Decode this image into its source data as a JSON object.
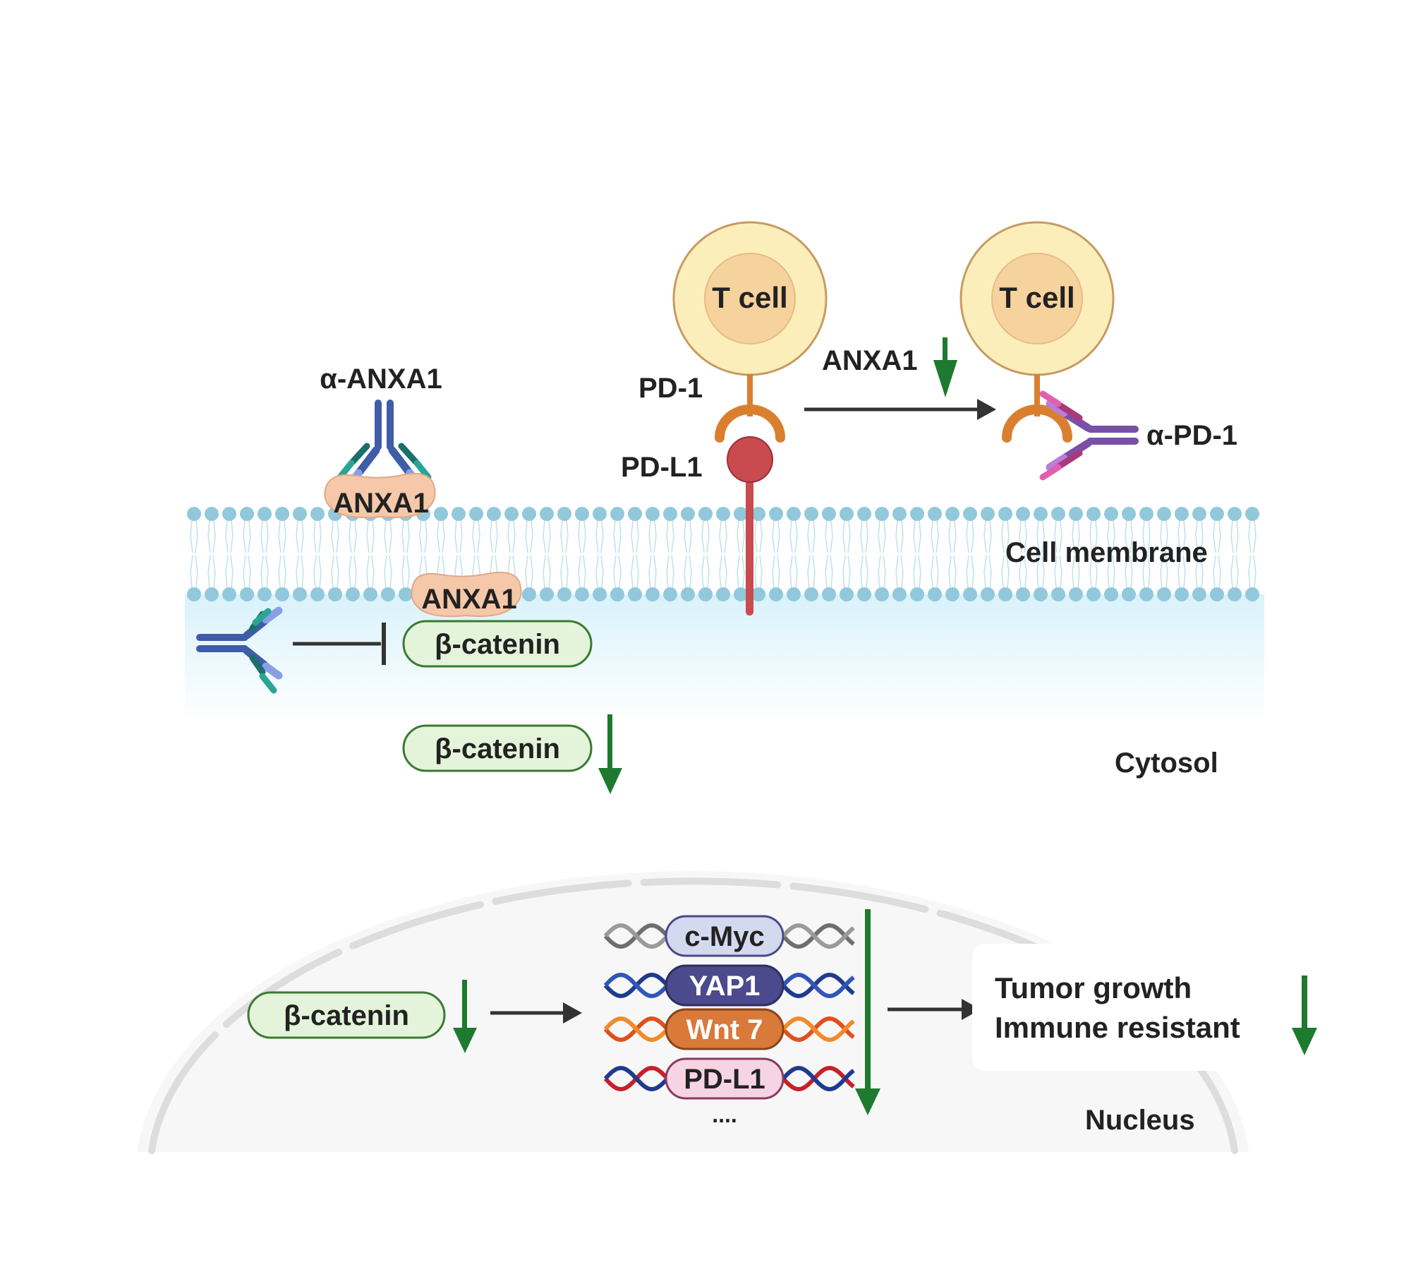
{
  "labels": {
    "t_cell_left": "T cell",
    "t_cell_right": "T cell",
    "pd1": "PD-1",
    "pdl1": "PD-L1",
    "anxa1_arrow": "ANXA1",
    "alpha_pd1": "α-PD-1",
    "alpha_anxa1": "α-ANXA1",
    "anxa1_outer": "ANXA1",
    "anxa1_inner": "ANXA1",
    "cell_membrane": "Cell membrane",
    "cytosol": "Cytosol",
    "nucleus": "Nucleus",
    "beta_catenin_membrane": "β-catenin",
    "beta_catenin_cytosol": "β-catenin",
    "beta_catenin_nucleus": "β-catenin",
    "gene_cmyc": "c-Myc",
    "gene_yap1": "YAP1",
    "gene_wnt7": "Wnt 7",
    "gene_pdl1": "PD-L1",
    "gene_more": "....",
    "outcome_line1": "Tumor growth",
    "outcome_line2": "Immune resistant"
  },
  "colors": {
    "down_arrow": "#1e7a2e",
    "membrane_head": "#92c8dc",
    "tcell_outer": "#fbeebb",
    "tcell_inner": "#f6d29c",
    "pd1": "#d98030",
    "pdl1": "#c94a4f",
    "anxa1": "#f4c8a8",
    "antibody_anxa1": "#3f5ca8",
    "antibody_pd1": "#7a4fa6",
    "catenin_fill": "#e3f4da",
    "catenin_stroke": "#3a7a30"
  }
}
